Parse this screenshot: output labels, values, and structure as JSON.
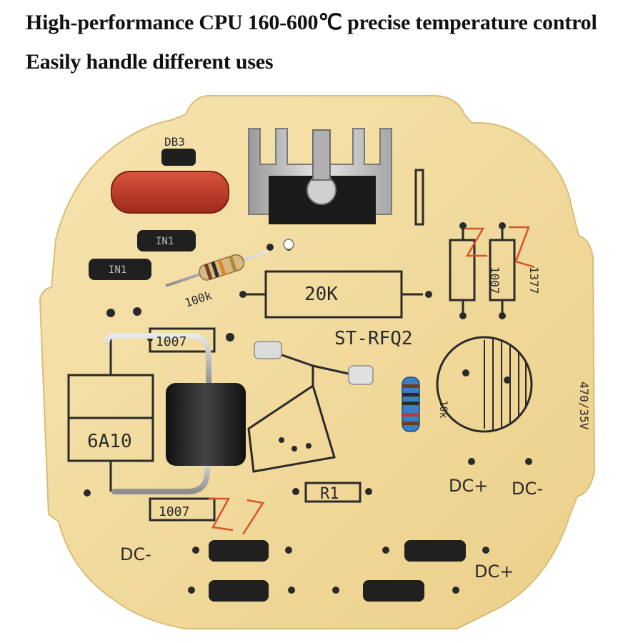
{
  "headline": {
    "line1": "High-performance CPU 160-600℃ precise temperature control",
    "line2": "Easily handle different uses"
  },
  "board_labels": {
    "db3": "DB3",
    "in_left": "IN1",
    "in_left2": "IN1",
    "r100k": "100k",
    "r20k": "20K",
    "d1007a": "1007",
    "d1377": "1377",
    "model": "ST-RFQ2",
    "cap": "470/35V",
    "d1007b": "1007",
    "six_a10": "6A10",
    "r10k": "10k",
    "r1": "R1",
    "dcplus_mid": "DC+",
    "dcminus_mid": "DC-",
    "d1007c": "1007",
    "dcminus_low": "DC-",
    "dcplus_low": "DC+"
  },
  "colors": {
    "board": "#f3dc9f",
    "silkscreen": "#2a2a2a",
    "red_capacitor": "#c0392b",
    "diode_body": "#2b2b2b",
    "heatsink": "#c9c9c9",
    "marker_red": "#d9532b"
  }
}
